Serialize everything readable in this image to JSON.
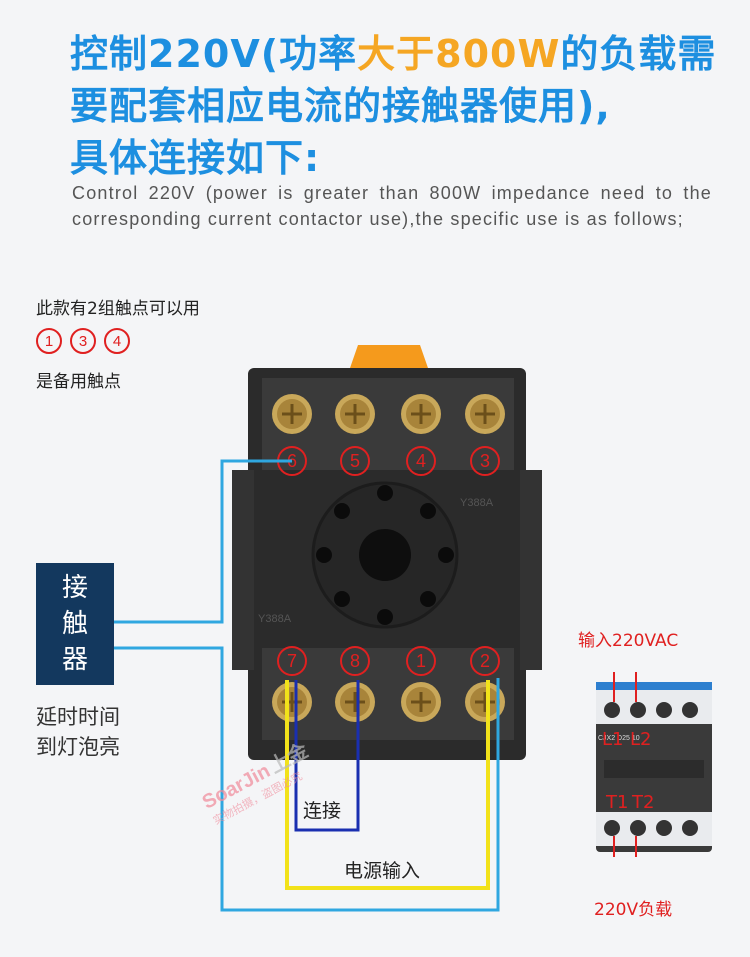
{
  "headline": {
    "part1": "控制220V(功率",
    "highlight1": "大于",
    "highlight2": "800W",
    "part2": "的负载需要配套相应电流的接触器使用),",
    "line3": "具体连接如下:"
  },
  "english_text": "Control 220V (power is greater than 800W impedance need to the corresponding current contactor use),the specific use is as follows;",
  "spare_note": {
    "line1": "此款有2组触点可以用",
    "circles": [
      "1",
      "3",
      "4"
    ],
    "line2": "是备用触点"
  },
  "contactor_box": {
    "chars": [
      "接",
      "触",
      "器"
    ]
  },
  "delay_text": {
    "line1": "延时时间",
    "line2": "到灯泡亮"
  },
  "socket": {
    "top_terminals": [
      "6",
      "5",
      "4",
      "3"
    ],
    "bottom_terminals": [
      "7",
      "8",
      "1",
      "2"
    ],
    "model_mark": "Y388A"
  },
  "wire_labels": {
    "connect": "连接",
    "power_input": "电源输入"
  },
  "contactor_device": {
    "input_label": "输入220VAC",
    "top_terminal_labels": [
      "L1",
      "L2"
    ],
    "bottom_terminal_labels": [
      "T1",
      "T2"
    ],
    "load_label": "220V负载",
    "model_text": "CJX2 D25 10"
  },
  "watermark": {
    "brand": "SoarJin",
    "cn": "上金",
    "sub": "实物拍摄，盗图必究"
  },
  "colors": {
    "headline": "#1d8fe0",
    "highlight": "#f5a623",
    "wire_cyan": "#2fa7e0",
    "wire_yellow": "#f2e21a",
    "wire_blue": "#1a2fb0",
    "accent_red": "#e02020",
    "socket_body": "#2b2b2b",
    "contactor_box": "#13385e"
  }
}
